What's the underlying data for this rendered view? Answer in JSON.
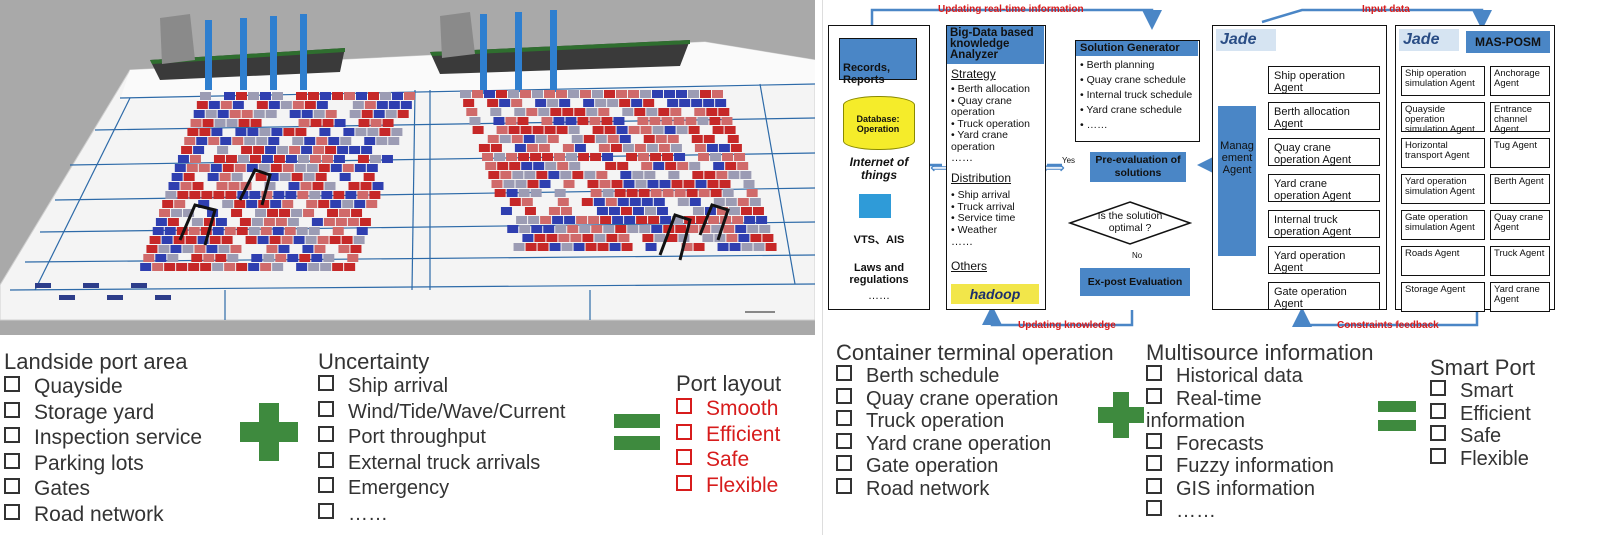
{
  "left_lists": {
    "landside": {
      "title": "Landside port area",
      "items": [
        "Quayside",
        "Storage yard",
        "Inspection service",
        "Parking lots",
        "Gates",
        "Road network"
      ]
    },
    "uncertainty": {
      "title": "Uncertainty",
      "items": [
        "Ship arrival",
        "Wind/Tide/Wave/Current",
        "Port throughput",
        "External truck arrivals",
        "Emergency",
        "……"
      ]
    },
    "layout": {
      "title": "Port layout",
      "items": [
        "Smooth",
        "Efficient",
        "Safe",
        "Flexible"
      ]
    }
  },
  "right_lists": {
    "operation": {
      "title": "Container terminal operation",
      "items": [
        "Berth schedule",
        "Quay crane operation",
        "Truck operation",
        "Yard crane operation",
        "Gate operation",
        "Road network"
      ]
    },
    "information": {
      "title": "Multisource information",
      "items": [
        "Historical data",
        "Real-time information",
        "Forecasts",
        "Fuzzy information",
        "GIS information",
        "……"
      ]
    },
    "smart": {
      "title": "Smart Port",
      "items": [
        "Smart",
        "Efficient",
        "Safe",
        "Flexible"
      ]
    }
  },
  "diagram": {
    "top_label_1": "Updating real-time information",
    "top_label_2": "Input data",
    "bottom_label_1": "Updating knowledge",
    "bottom_label_2": "Constraints feedback",
    "sources": {
      "records": "Records, Reports",
      "database": "Database: Operation",
      "iot": "Internet of things",
      "vts": "VTS、AIS",
      "laws": "Laws and regulations",
      "dots": "……"
    },
    "analyzer": {
      "title": "Big-Data based knowledge Analyzer",
      "strategy_title": "Strategy",
      "strategy": [
        "Berth allocation",
        "Quay crane operation",
        "Truck operation",
        "Yard crane operation"
      ],
      "strategy_more": "……",
      "distribution_title": "Distribution",
      "distribution": [
        "Ship arrival",
        "Truck arrival",
        "Service time",
        "Weather"
      ],
      "distribution_more": "……",
      "others_title": "Others",
      "hadoop": "hadoop"
    },
    "solution": {
      "title": "Solution Generator",
      "items": [
        "Berth planning",
        "Quay crane schedule",
        "Internal truck schedule",
        "Yard crane schedule",
        "……"
      ]
    },
    "pre_eval": "Pre-evaluation of solutions",
    "decision": "Is the solution optimal ?",
    "yes": "Yes",
    "no": "No",
    "ex_post": "Ex-post Evaluation",
    "jade": "Jade",
    "management_agent": "Management Agent",
    "agents": [
      "Ship operation Agent",
      "Berth allocation Agent",
      "Quay crane operation Agent",
      "Yard crane operation Agent",
      "Internal truck operation Agent",
      "Yard operation Agent",
      "Gate operation Agent"
    ],
    "mas_title": "MAS-POSM",
    "mas_agents": [
      [
        "Ship operation simulation Agent",
        "Anchorage Agent"
      ],
      [
        "Quayside operation simulation Agent",
        "Entrance channel Agent"
      ],
      [
        "Horizontal transport Agent",
        "Tug Agent"
      ],
      [
        "Yard operation simulation Agent",
        "Berth Agent"
      ],
      [
        "Gate operation simulation Agent",
        "Quay crane Agent"
      ],
      [
        "Roads Agent",
        "Truck Agent"
      ],
      [
        "Storage Agent",
        "Yard crane Agent"
      ]
    ]
  },
  "colors": {
    "plus_green": "#3e8a3e",
    "red_text": "#d71c1c",
    "blue_box": "#4a86c6",
    "container_red": "#c62828",
    "container_blue": "#2f3fb0"
  }
}
